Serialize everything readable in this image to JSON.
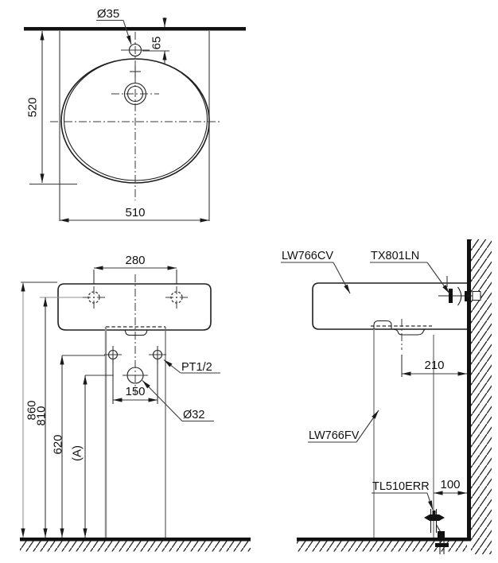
{
  "colors": {
    "ink": "#1a1a1a",
    "gray_line": "#8f8f8f",
    "background": "#ffffff"
  },
  "top": {
    "hole_dia": "Ø35",
    "offset_from_wall": "65",
    "depth": "520",
    "width": "510"
  },
  "front": {
    "hole_spacing": "280",
    "overall_height": "860",
    "hanger_height": "810",
    "supply_height": "620",
    "drain_height_ref": "(A)",
    "supply_spacing": "150",
    "supply_thread": "PT1/2",
    "drain_dia": "Ø32"
  },
  "side": {
    "basin_model": "LW766CV",
    "faucet_model": "TX801LN",
    "pedestal_model": "LW766FV",
    "stop_valve_model": "TL510ERR",
    "drain_to_wall": "210",
    "valve_to_wall": "100"
  }
}
